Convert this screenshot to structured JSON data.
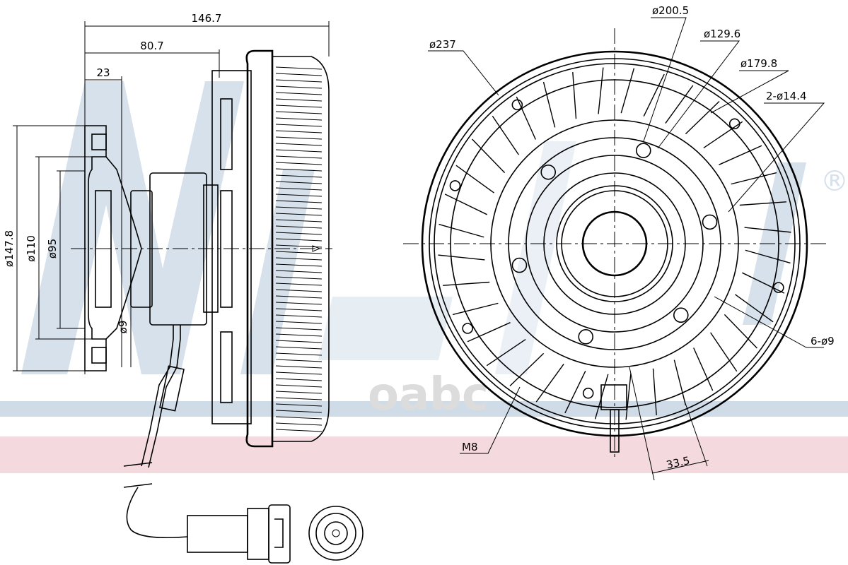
{
  "watermark": {
    "brand": "Nissens",
    "registered": "®",
    "secondary": "oabc",
    "band_blue": "#cfdce8",
    "band_pink": "#f4d9de",
    "letter_color": "#d6e1eb"
  },
  "side_view": {
    "overall_length": "146.7",
    "hub_length": "80.7",
    "flange_length": "23",
    "flange_diameter": "ø147.8",
    "bolt_circle": "ø110",
    "pilot_diameter": "ø95",
    "hole_diameter": "ø9"
  },
  "front_view": {
    "outer_diameter": "ø237",
    "d_200_5": "ø200.5",
    "d_129_6": "ø129.6",
    "d_179_8": "ø179.8",
    "mount_holes": "2-ø14.4",
    "holes": "6-ø9",
    "thread": "M8",
    "offset": "33.5"
  }
}
